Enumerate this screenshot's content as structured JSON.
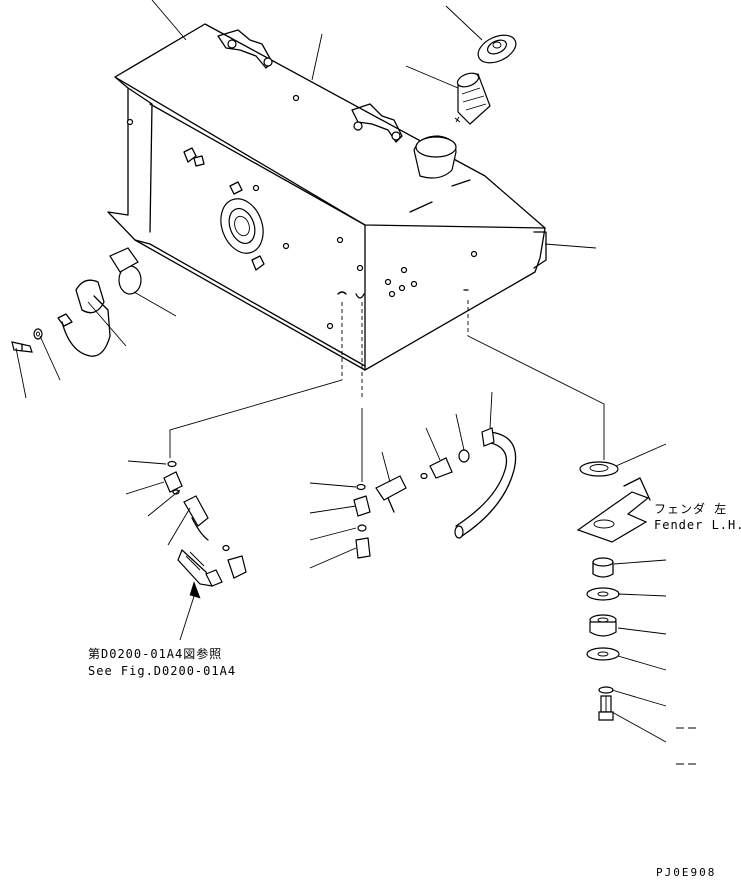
{
  "reference_note": {
    "line_jp": "第D0200-01A4図参照",
    "line_en": "See Fig.D0200-01A4"
  },
  "fender_label": {
    "line_jp": "フェンダ 左",
    "line_en": "Fender L.H."
  },
  "drawing_code": "PJ0E908"
}
